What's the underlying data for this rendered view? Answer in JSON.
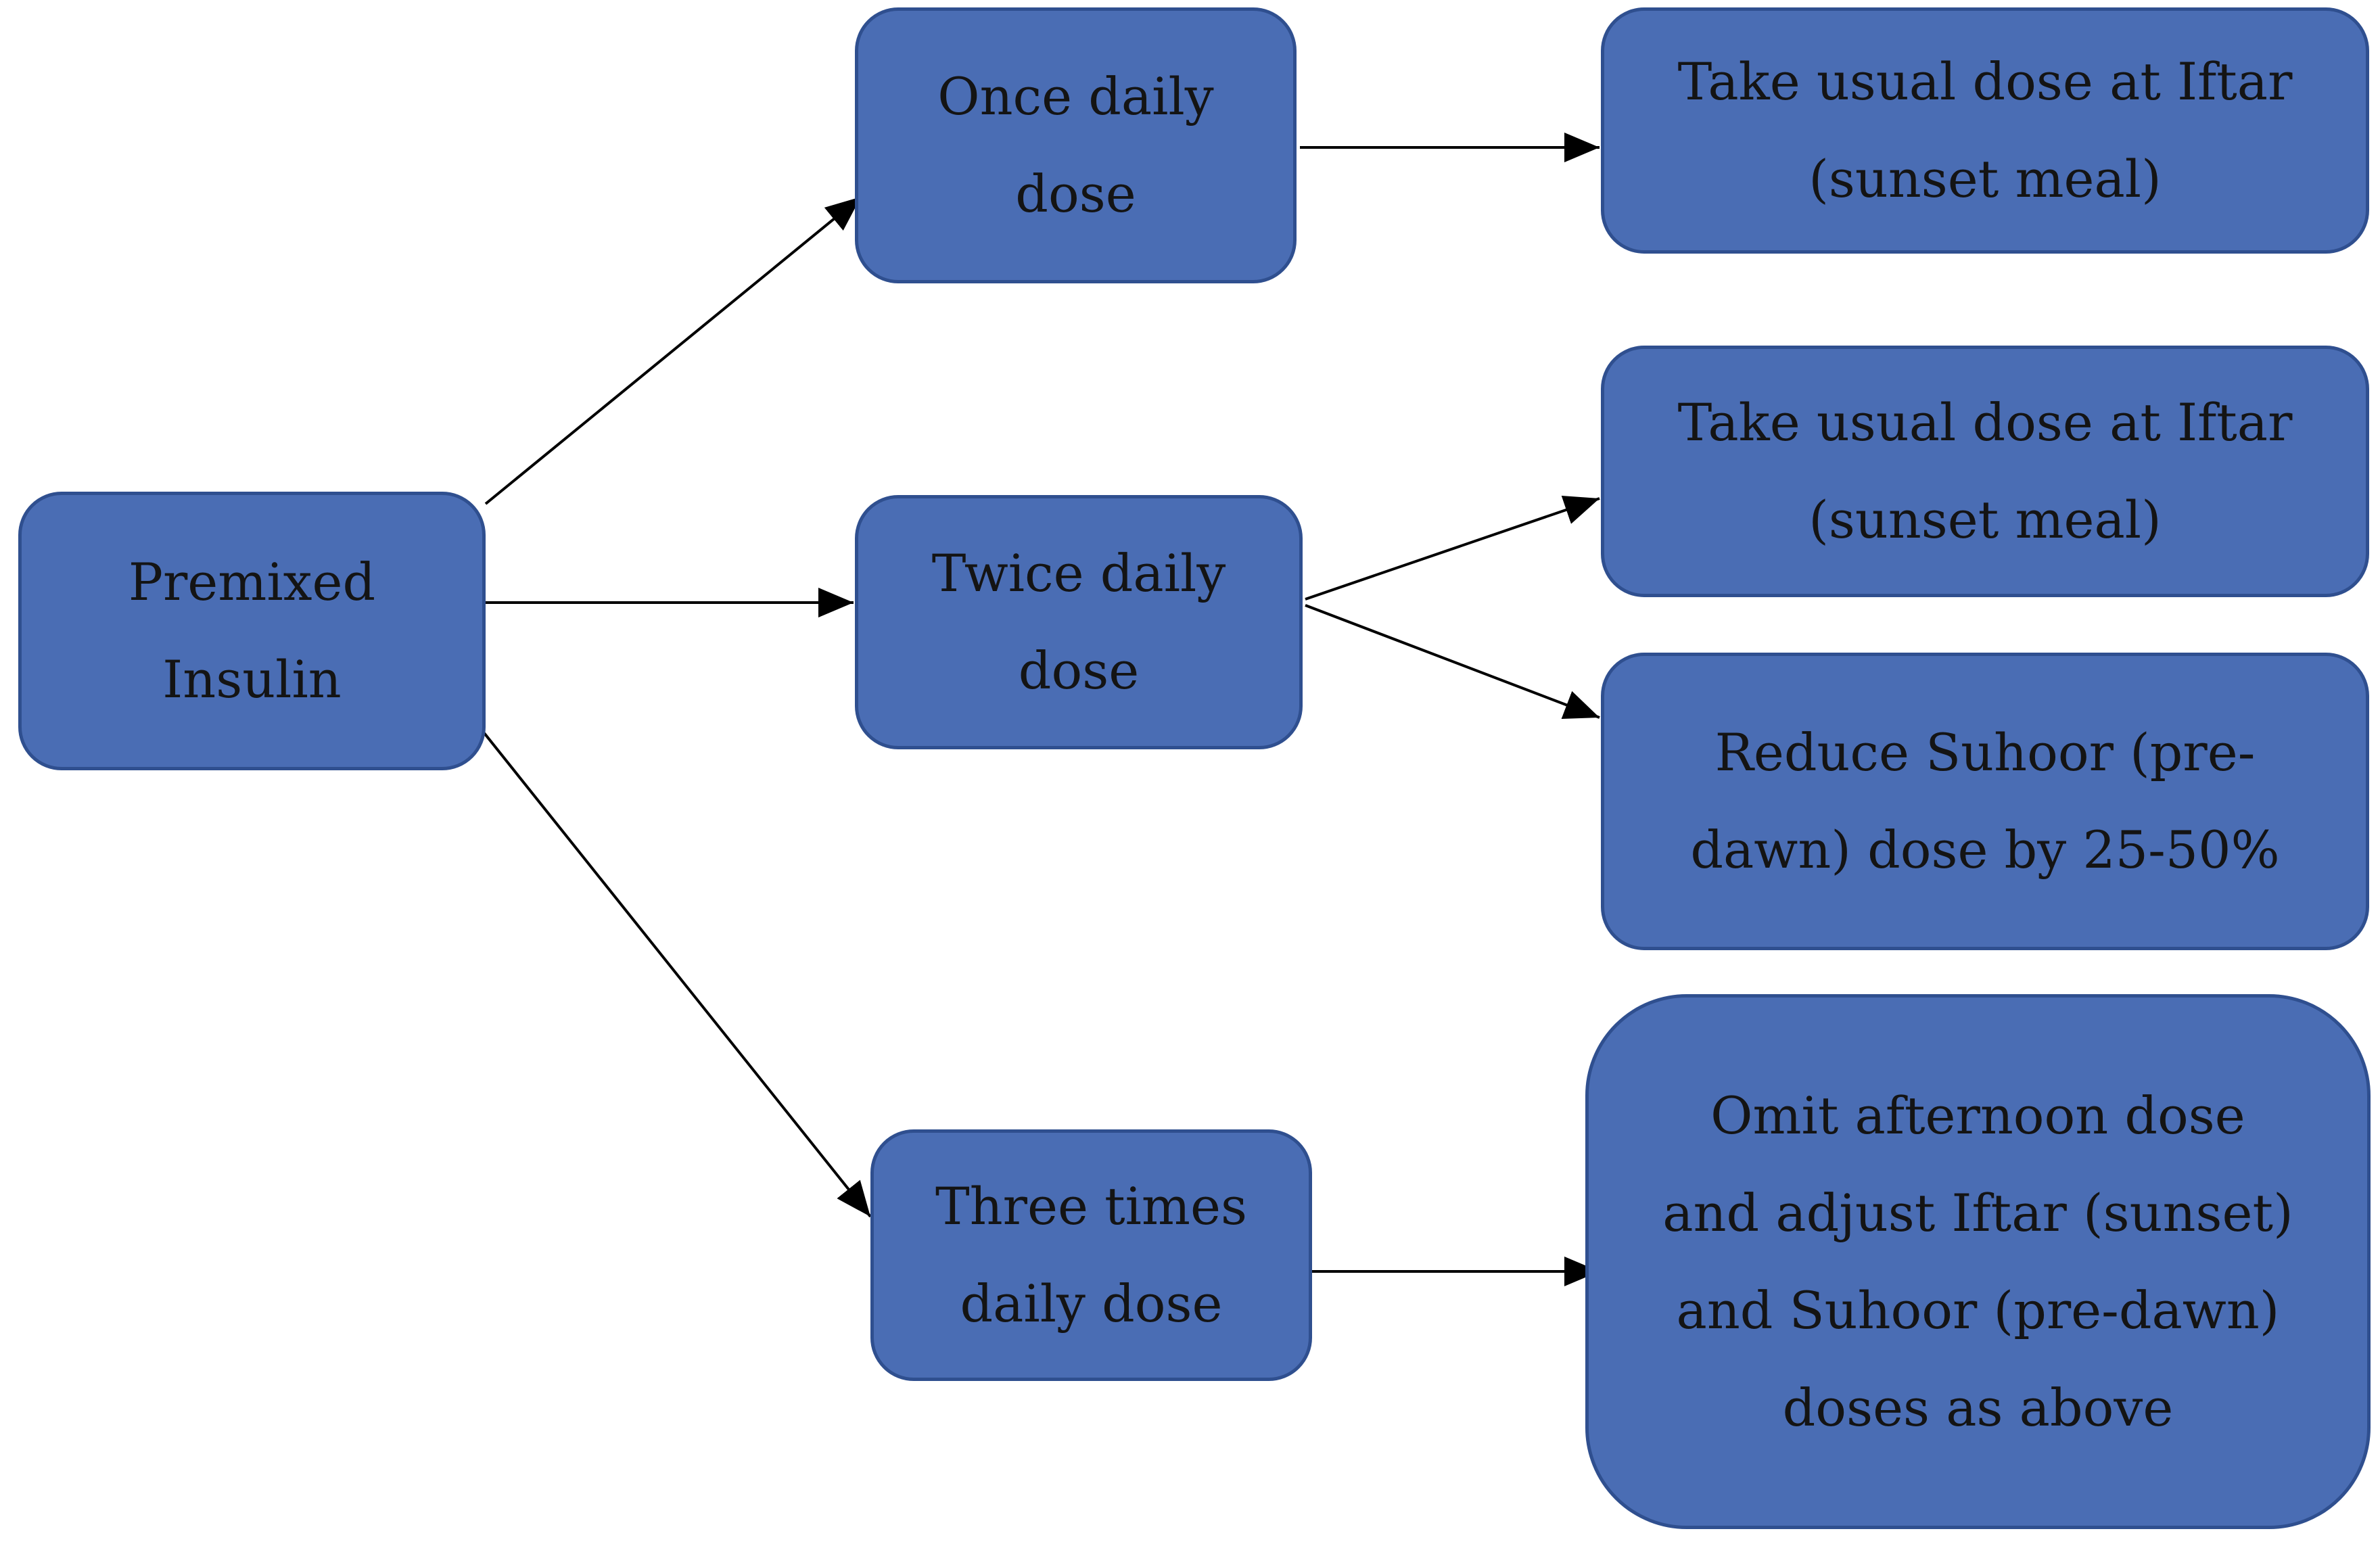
{
  "diagram": {
    "colors": {
      "node_fill": "#4a6db4",
      "node_border": "#2f4f8f",
      "text": "#141414",
      "edge": "#000000"
    },
    "nodes": {
      "root": [
        "Premixed",
        "Insulin"
      ],
      "once": [
        "Once daily",
        "dose"
      ],
      "twice": [
        "Twice daily",
        "dose"
      ],
      "three": [
        "Three times",
        "daily dose"
      ],
      "once_out": [
        "Take usual dose at Iftar",
        "(sunset meal)"
      ],
      "twice_out1": [
        "Take usual dose at Iftar",
        "(sunset meal)"
      ],
      "twice_out2": [
        "Reduce Suhoor (pre-",
        "dawn) dose by 25-50%"
      ],
      "three_out": [
        "Omit afternoon dose",
        "and adjust Iftar (sunset)",
        "and Suhoor (pre-dawn)",
        "doses as above"
      ]
    },
    "edges": [
      {
        "from": "root",
        "to": "once"
      },
      {
        "from": "root",
        "to": "twice"
      },
      {
        "from": "root",
        "to": "three"
      },
      {
        "from": "once",
        "to": "once_out"
      },
      {
        "from": "twice",
        "to": "twice_out1"
      },
      {
        "from": "twice",
        "to": "twice_out2"
      },
      {
        "from": "three",
        "to": "three_out"
      }
    ]
  }
}
